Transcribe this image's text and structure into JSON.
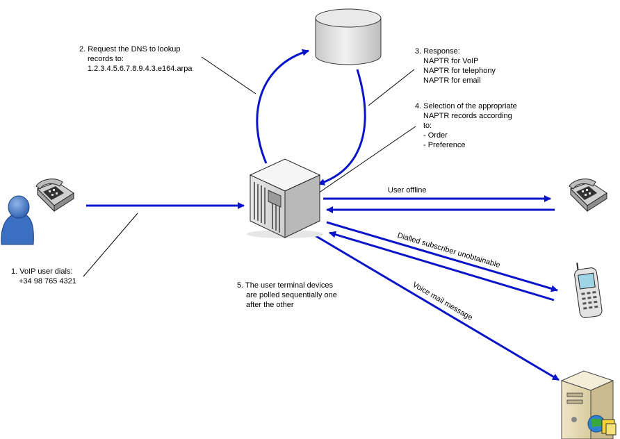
{
  "colors": {
    "arrow": "#0a14c8",
    "leader": "#000000",
    "database": "#d6d6d6"
  },
  "nodes": {
    "dns_server": {
      "icon": "database-cylinder-icon"
    },
    "voip_server": {
      "icon": "server-cabinet-icon"
    },
    "voip_user": {
      "icon": "person-icon",
      "phone_icon": "desk-phone-icon"
    },
    "terminal_phone": {
      "icon": "desk-phone-icon"
    },
    "terminal_mobile": {
      "icon": "mobile-phone-icon"
    },
    "terminal_voicemail": {
      "icon": "mail-server-icon"
    }
  },
  "annotations": {
    "step1": {
      "line1": "1. VoIP user dials:",
      "line2": "+34 98 765 4321"
    },
    "step2": {
      "line1": "2. Request the DNS to  lookup",
      "line2": "records to:",
      "line3": "1.2.3.4.5.6.7.8.9.4.3.e164.arpa"
    },
    "step3": {
      "line1": "3. Response:",
      "line2": "NAPTR for VoIP",
      "line3": "NAPTR for telephony",
      "line4": "NAPTR for email"
    },
    "step4": {
      "line1": "4. Selection of the appropriate",
      "line2": "NAPTR records according",
      "line3": "to:",
      "line4": "- Order",
      "line5": "- Preference"
    },
    "step5": {
      "line1": "5. The user terminal devices",
      "line2": "are polled sequentially one",
      "line3": "after the other"
    }
  },
  "edge_labels": {
    "user_offline": "User offline",
    "dialled_unobtainable": "Dialled subscriber unobtainable",
    "voice_mail": "Voice mail message"
  }
}
